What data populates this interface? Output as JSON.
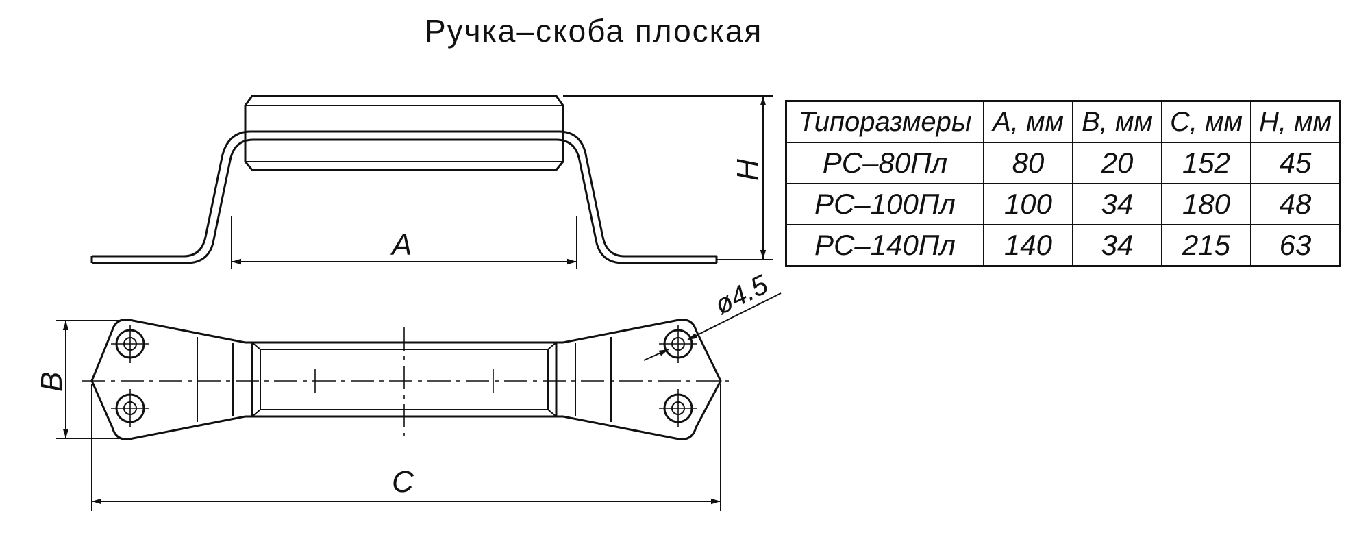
{
  "title": "Ручка–скоба плоская",
  "dimensions": {
    "a": "A",
    "b": "B",
    "c": "C",
    "h": "H",
    "hole": "ø4.5"
  },
  "table": {
    "headers": [
      "Типоразмеры",
      "A, мм",
      "B, мм",
      "C, мм",
      "H, мм"
    ],
    "rows": [
      [
        "РС–80Пл",
        "80",
        "20",
        "152",
        "45"
      ],
      [
        "РС–100Пл",
        "100",
        "34",
        "180",
        "48"
      ],
      [
        "РС–140Пл",
        "140",
        "34",
        "215",
        "63"
      ]
    ]
  },
  "colors": {
    "line": "#111111",
    "background": "#ffffff"
  }
}
